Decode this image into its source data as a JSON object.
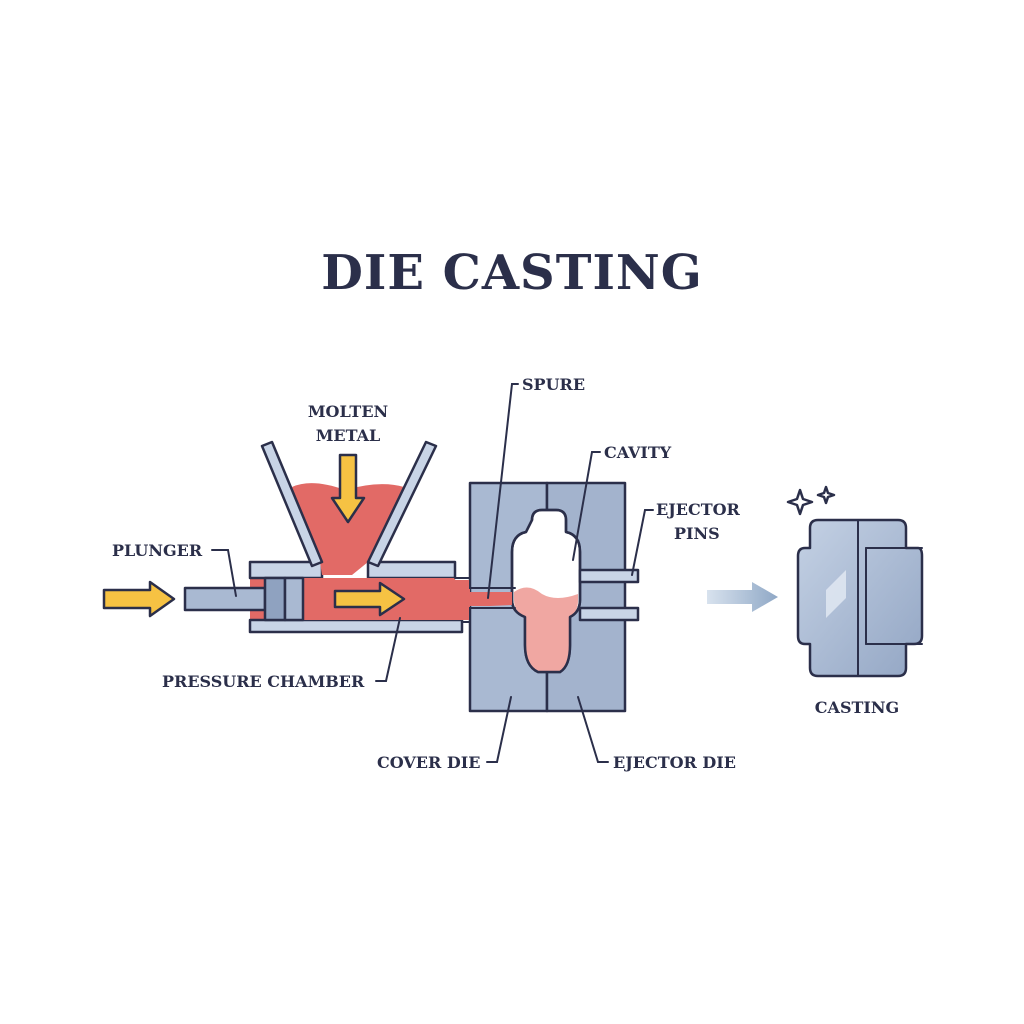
{
  "title": "DIE CASTING",
  "labels": {
    "molten_metal_1": "MOLTEN",
    "molten_metal_2": "METAL",
    "spure": "SPURE",
    "cavity": "CAVITY",
    "ejector_pins_1": "EJECTOR",
    "ejector_pins_2": "PINS",
    "plunger": "PLUNGER",
    "pressure_chamber": "PRESSURE CHAMBER",
    "cover_die": "COVER DIE",
    "ejector_die": "EJECTOR DIE",
    "casting": "CASTING"
  },
  "colors": {
    "outline": "#2b2f4a",
    "die_blue": "#a9b9d2",
    "die_blue_dark": "#8fa2c0",
    "molten_red": "#e26a66",
    "molten_light": "#f0a7a2",
    "arrow_yellow": "#f6c243",
    "cavity_white": "#ffffff"
  },
  "icons": [
    "sparkle-icon",
    "yellow-arrow-icon",
    "blue-arrow-icon"
  ]
}
